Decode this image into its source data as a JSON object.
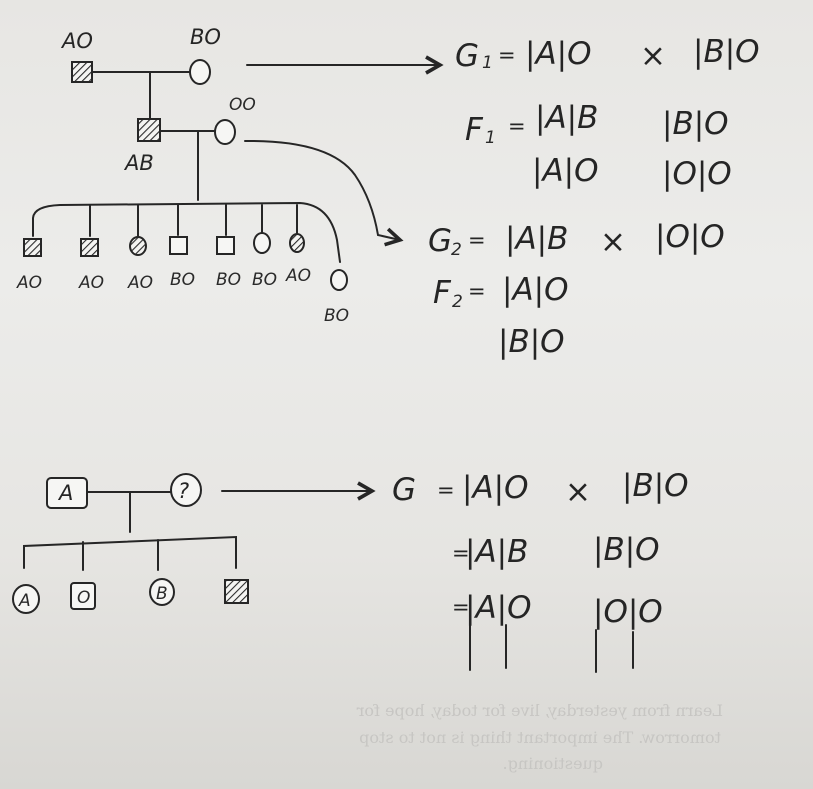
{
  "pedigree1": {
    "p1_genotype": "AO",
    "p2_genotype": "BO",
    "child_genotype": "AB",
    "spouse_genotype": "OO",
    "gen3_labels": [
      "AO",
      "AO",
      "AO",
      "BO",
      "BO",
      "BO",
      "AO",
      "BO"
    ]
  },
  "crosses": {
    "g1": {
      "label": "G",
      "sub": "1",
      "eq": "=",
      "left": "|A|O",
      "x": "×",
      "right": "|B|O"
    },
    "f1": {
      "label": "F",
      "sub": "1",
      "eq": "=",
      "cells": [
        "|A|B",
        "|B|O",
        "|A|O",
        "|O|O"
      ]
    },
    "g2": {
      "label": "G",
      "sub": "2",
      "eq": "=",
      "left": "|A|B",
      "x": "×",
      "right": "|O|O"
    },
    "f2": {
      "label": "F",
      "sub": "2",
      "eq": "=",
      "cells": [
        "|A|O",
        "|B|O"
      ]
    }
  },
  "pedigree2": {
    "father_label": "A",
    "mother_label": "?",
    "children_labels": [
      "A",
      "O",
      "B"
    ]
  },
  "cross3": {
    "label": "G",
    "eq": "=",
    "left": "|A|O",
    "x": "×",
    "right": "|B|O",
    "row1_eq": "=",
    "row1_left": "|A|B",
    "row1_right": "|B|O",
    "row2_eq": "=",
    "row2_left": "|A|O",
    "row2_right": "|O|O"
  },
  "bleed_through": {
    "line1": "Learn from yesterday, live for today, hope for",
    "line2": "tomorrow. The important thing is not to stop",
    "line3": "questioning."
  }
}
